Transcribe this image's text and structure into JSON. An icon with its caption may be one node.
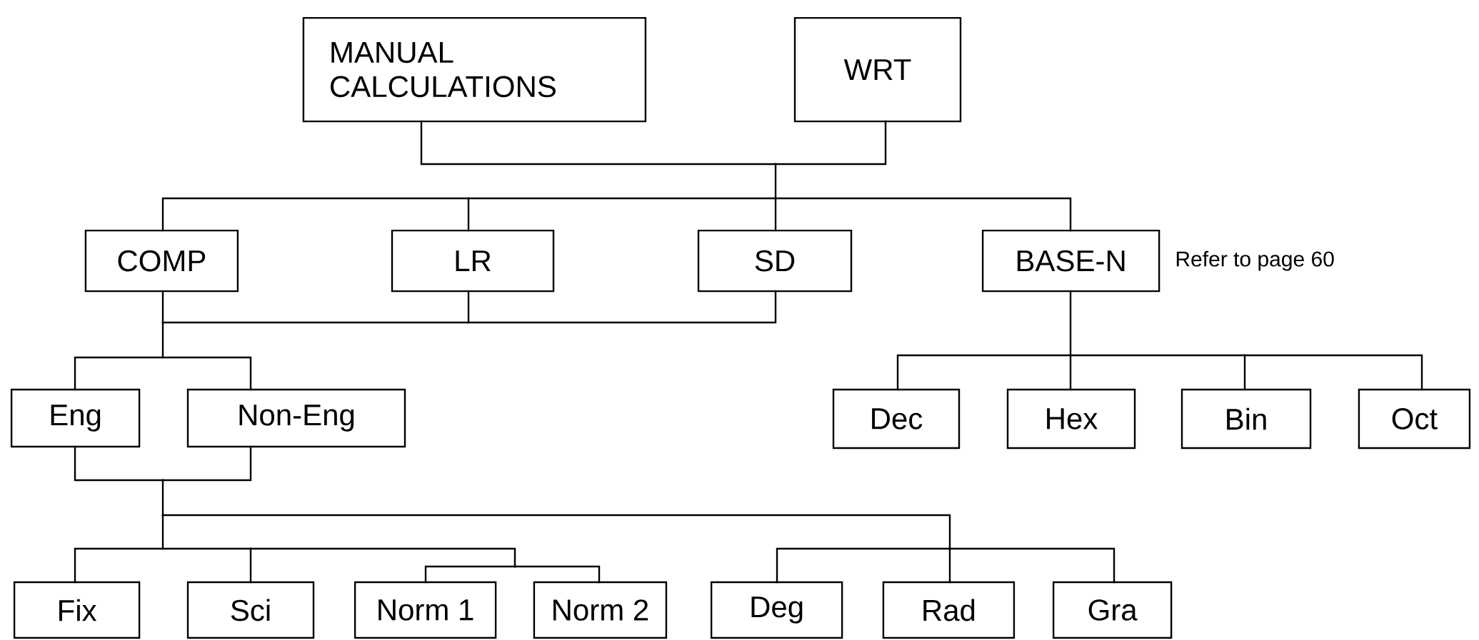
{
  "diagram": {
    "nodes": [
      {
        "text": [
          "MANUAL CALCULATIONS"
        ]
      },
      {
        "text": [
          "WRT"
        ]
      },
      {
        "text": [
          "COMP"
        ]
      },
      {
        "text": [
          "LR"
        ]
      },
      {
        "text": [
          "SD"
        ]
      },
      {
        "text": [
          "BASE-N"
        ],
        "beside": [
          "Refer to page 60"
        ]
      },
      {
        "text": [
          "Eng"
        ]
      },
      {
        "text": [
          "Non-Eng"
        ]
      },
      {
        "text": [
          "Dec"
        ]
      },
      {
        "text": [
          "Hex"
        ]
      },
      {
        "text": [
          "Bin"
        ]
      },
      {
        "text": [
          "Oct"
        ]
      },
      {
        "text": [
          "Fix"
        ]
      },
      {
        "text": [
          "Sci"
        ]
      },
      {
        "text": [
          "Norm 1"
        ]
      },
      {
        "text": [
          "Norm 2"
        ]
      },
      {
        "text": [
          "Deg"
        ]
      },
      {
        "text": [
          "Rad"
        ]
      },
      {
        "text": [
          "Gra"
        ]
      }
    ],
    "edges": [
      {
        "from": 0,
        "to": 2,
        "arrow": "none"
      },
      {
        "from": 0,
        "to": 3,
        "arrow": "none"
      },
      {
        "from": 0,
        "to": 4,
        "arrow": "none"
      },
      {
        "from": 0,
        "to": 5,
        "arrow": "none"
      },
      {
        "from": 1,
        "to": 2,
        "arrow": "none"
      },
      {
        "from": 1,
        "to": 3,
        "arrow": "none"
      },
      {
        "from": 1,
        "to": 4,
        "arrow": "none"
      },
      {
        "from": 1,
        "to": 5,
        "arrow": "none"
      },
      {
        "from": 2,
        "to": 6,
        "arrow": "none"
      },
      {
        "from": 2,
        "to": 7,
        "arrow": "none"
      },
      {
        "from": 3,
        "to": 6,
        "arrow": "none"
      },
      {
        "from": 3,
        "to": 7,
        "arrow": "none"
      },
      {
        "from": 4,
        "to": 6,
        "arrow": "none"
      },
      {
        "from": 4,
        "to": 7,
        "arrow": "none"
      },
      {
        "from": 6,
        "to": 12,
        "arrow": "none"
      },
      {
        "from": 6,
        "to": 13,
        "arrow": "none"
      },
      {
        "from": 6,
        "to": 14,
        "arrow": "none"
      },
      {
        "from": 6,
        "to": 15,
        "arrow": "none"
      },
      {
        "from": 6,
        "to": 16,
        "arrow": "none"
      },
      {
        "from": 6,
        "to": 17,
        "arrow": "none"
      },
      {
        "from": 6,
        "to": 18,
        "arrow": "none"
      },
      {
        "from": 7,
        "to": 12,
        "arrow": "none"
      },
      {
        "from": 7,
        "to": 13,
        "arrow": "none"
      },
      {
        "from": 7,
        "to": 14,
        "arrow": "none"
      },
      {
        "from": 7,
        "to": 15,
        "arrow": "none"
      },
      {
        "from": 7,
        "to": 16,
        "arrow": "none"
      },
      {
        "from": 7,
        "to": 17,
        "arrow": "none"
      },
      {
        "from": 7,
        "to": 18,
        "arrow": "none"
      },
      {
        "from": 5,
        "to": 8,
        "arrow": "none"
      },
      {
        "from": 5,
        "to": 9,
        "arrow": "none"
      },
      {
        "from": 5,
        "to": 10,
        "arrow": "none"
      },
      {
        "from": 5,
        "to": 11,
        "arrow": "none"
      }
    ]
  }
}
